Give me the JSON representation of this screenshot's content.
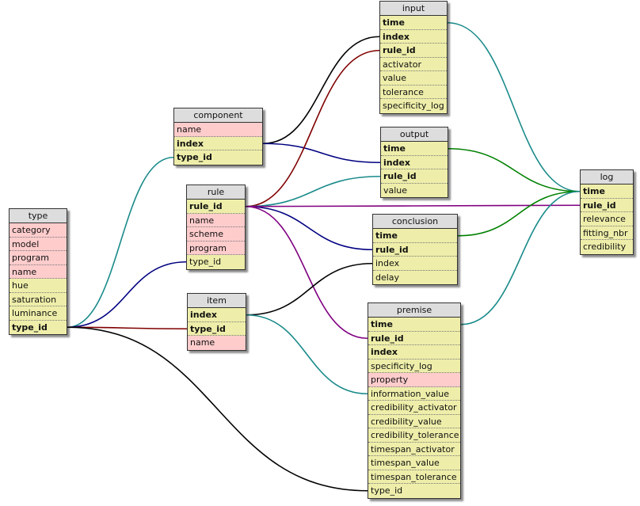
{
  "tables": [
    {
      "id": "type",
      "title": "type",
      "rows": [
        {
          "label": "category",
          "style": "pink"
        },
        {
          "label": "model",
          "style": "pink"
        },
        {
          "label": "program",
          "style": "pink"
        },
        {
          "label": "name",
          "style": "pink"
        },
        {
          "label": "hue",
          "style": "plain"
        },
        {
          "label": "saturation",
          "style": "plain"
        },
        {
          "label": "luminance",
          "style": "plain"
        },
        {
          "label": "type_id",
          "style": "pk"
        }
      ]
    },
    {
      "id": "component",
      "title": "component",
      "rows": [
        {
          "label": "name",
          "style": "pink"
        },
        {
          "label": "index",
          "style": "pk"
        },
        {
          "label": "type_id",
          "style": "pk"
        }
      ]
    },
    {
      "id": "rule",
      "title": "rule",
      "rows": [
        {
          "label": "rule_id",
          "style": "pk"
        },
        {
          "label": "name",
          "style": "pink"
        },
        {
          "label": "scheme",
          "style": "pink"
        },
        {
          "label": "program",
          "style": "pink"
        },
        {
          "label": "type_id",
          "style": "plain"
        }
      ]
    },
    {
      "id": "item",
      "title": "item",
      "rows": [
        {
          "label": "index",
          "style": "pk"
        },
        {
          "label": "type_id",
          "style": "pk"
        },
        {
          "label": "name",
          "style": "pink"
        }
      ]
    },
    {
      "id": "input",
      "title": "input",
      "rows": [
        {
          "label": "time",
          "style": "pk"
        },
        {
          "label": "index",
          "style": "pk"
        },
        {
          "label": "rule_id",
          "style": "pk"
        },
        {
          "label": "activator",
          "style": "plain"
        },
        {
          "label": "value",
          "style": "plain"
        },
        {
          "label": "tolerance",
          "style": "plain"
        },
        {
          "label": "specificity_log",
          "style": "plain"
        }
      ]
    },
    {
      "id": "output",
      "title": "output",
      "rows": [
        {
          "label": "time",
          "style": "pk"
        },
        {
          "label": "index",
          "style": "pk"
        },
        {
          "label": "rule_id",
          "style": "pk"
        },
        {
          "label": "value",
          "style": "plain"
        }
      ]
    },
    {
      "id": "conclusion",
      "title": "conclusion",
      "rows": [
        {
          "label": "time",
          "style": "pk"
        },
        {
          "label": "rule_id",
          "style": "pk"
        },
        {
          "label": "index",
          "style": "plain"
        },
        {
          "label": "delay",
          "style": "plain"
        }
      ]
    },
    {
      "id": "premise",
      "title": "premise",
      "rows": [
        {
          "label": "time",
          "style": "pk"
        },
        {
          "label": "rule_id",
          "style": "pk"
        },
        {
          "label": "index",
          "style": "pk"
        },
        {
          "label": "specificity_log",
          "style": "plain"
        },
        {
          "label": "property",
          "style": "pink"
        },
        {
          "label": "information_value",
          "style": "plain"
        },
        {
          "label": "credibility_activator",
          "style": "plain"
        },
        {
          "label": "credibility_value",
          "style": "plain"
        },
        {
          "label": "credibility_tolerance",
          "style": "plain"
        },
        {
          "label": "timespan_activator",
          "style": "plain"
        },
        {
          "label": "timespan_value",
          "style": "plain"
        },
        {
          "label": "timespan_tolerance",
          "style": "plain"
        },
        {
          "label": "type_id",
          "style": "plain"
        }
      ]
    },
    {
      "id": "log",
      "title": "log",
      "rows": [
        {
          "label": "time",
          "style": "pk"
        },
        {
          "label": "rule_id",
          "style": "pk"
        },
        {
          "label": "relevance",
          "style": "plain"
        },
        {
          "label": "fitting_nbr",
          "style": "plain"
        },
        {
          "label": "credibility",
          "style": "plain"
        }
      ]
    }
  ],
  "relationships": [
    {
      "from": [
        "type",
        7
      ],
      "to": [
        "component",
        2
      ],
      "color": "#1a8a8a"
    },
    {
      "from": [
        "type",
        7
      ],
      "to": [
        "rule",
        4
      ],
      "color": "#000080"
    },
    {
      "from": [
        "type",
        7
      ],
      "to": [
        "item",
        1
      ],
      "color": "#800000"
    },
    {
      "from": [
        "type",
        7
      ],
      "to": [
        "premise",
        12
      ],
      "color": "#000000"
    },
    {
      "from": [
        "component",
        1
      ],
      "to": [
        "input",
        1
      ],
      "color": "#000000"
    },
    {
      "from": [
        "component",
        1
      ],
      "to": [
        "output",
        1
      ],
      "color": "#000080"
    },
    {
      "from": [
        "rule",
        0
      ],
      "to": [
        "input",
        2
      ],
      "color": "#800000"
    },
    {
      "from": [
        "rule",
        0
      ],
      "to": [
        "output",
        2
      ],
      "color": "#1a8a8a"
    },
    {
      "from": [
        "rule",
        0
      ],
      "to": [
        "conclusion",
        1
      ],
      "color": "#000080"
    },
    {
      "from": [
        "rule",
        0
      ],
      "to": [
        "premise",
        1
      ],
      "color": "#800080"
    },
    {
      "from": [
        "rule",
        0
      ],
      "to": [
        "log",
        1
      ],
      "color": "#800080"
    },
    {
      "from": [
        "item",
        0
      ],
      "to": [
        "conclusion",
        2
      ],
      "color": "#000000"
    },
    {
      "from": [
        "item",
        0
      ],
      "to": [
        "premise",
        5
      ],
      "color": "#1a8a8a"
    },
    {
      "from": [
        "input",
        0
      ],
      "to": [
        "log",
        0
      ],
      "color": "#1a8a8a"
    },
    {
      "from": [
        "output",
        0
      ],
      "to": [
        "log",
        0
      ],
      "color": "#008000"
    },
    {
      "from": [
        "conclusion",
        0
      ],
      "to": [
        "log",
        0
      ],
      "color": "#008000"
    },
    {
      "from": [
        "premise",
        0
      ],
      "to": [
        "log",
        0
      ],
      "color": "#1a8a8a"
    }
  ]
}
